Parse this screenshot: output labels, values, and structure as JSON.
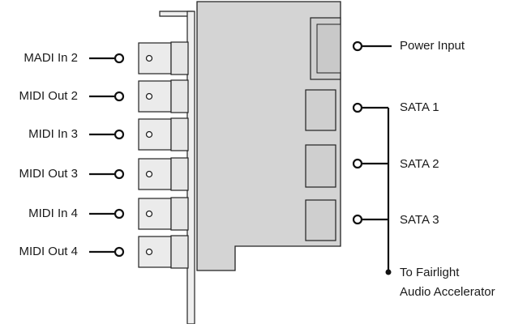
{
  "left_ports": [
    {
      "label": "MADI In 2"
    },
    {
      "label": "MIDI Out 2"
    },
    {
      "label": "MIDI In 3"
    },
    {
      "label": "MIDI Out 3"
    },
    {
      "label": "MIDI In 4"
    },
    {
      "label": "MIDI Out 4"
    }
  ],
  "power": {
    "label": "Power Input"
  },
  "sata": [
    {
      "label": "SATA 1"
    },
    {
      "label": "SATA 2"
    },
    {
      "label": "SATA 3"
    }
  ],
  "accelerator": {
    "line1": "To Fairlight",
    "line2": "Audio Accelerator"
  },
  "colors": {
    "board": "#d4d4d4",
    "stroke": "#222222",
    "bracket": "#efefef",
    "connector": "#e9e9e9"
  }
}
